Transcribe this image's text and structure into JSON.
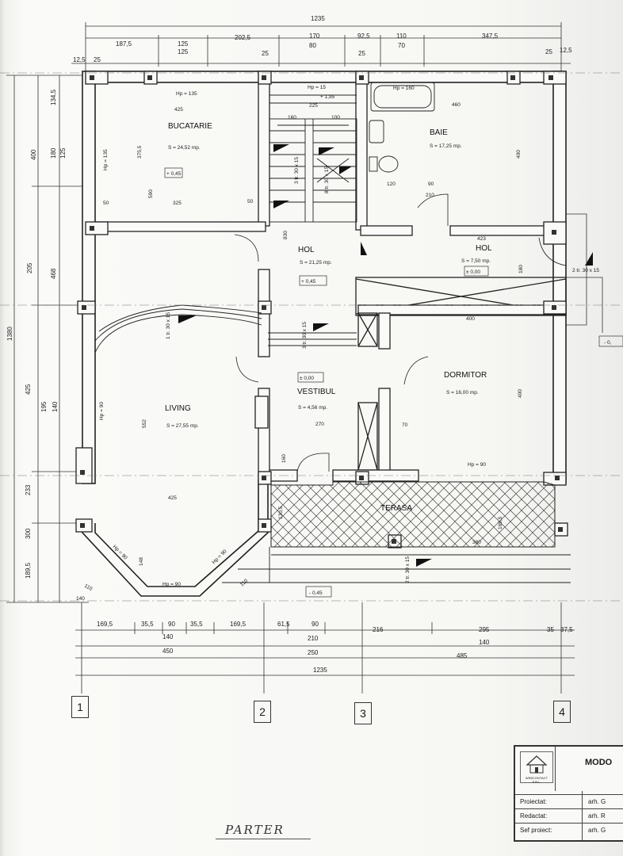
{
  "rooms": {
    "bucatarie": {
      "name": "BUCATARIE",
      "area": "S = 24,52 mp.",
      "level": "+ 0,45"
    },
    "baie": {
      "name": "BAIE",
      "area": "S = 17,25 mp."
    },
    "hol_main": {
      "name": "HOL",
      "area": "S = 21,25 mp.",
      "level": "+ 0,45"
    },
    "hol_small": {
      "name": "HOL",
      "area": "S = 7,50 mp.",
      "level": "± 0,00"
    },
    "dormitor": {
      "name": "DORMITOR",
      "area": "S = 16,00 mp."
    },
    "living": {
      "name": "LIVING",
      "area": "S = 27,55 mp."
    },
    "vestibul": {
      "name": "VESTIBUL",
      "area": "S = 4,56 mp.",
      "level": "± 0,00"
    },
    "terasa": {
      "name": "TERASA"
    }
  },
  "dimensions": {
    "top_total": "1235",
    "top_row1": [
      "187,5",
      "125",
      "202,5",
      "170",
      "92,5",
      "110",
      "347,5"
    ],
    "top_row2": [
      "12,5",
      "25",
      "125",
      "25",
      "80",
      "25",
      "70",
      "25",
      "12,5"
    ],
    "bottom_row1": [
      "169,5",
      "35,5",
      "90",
      "35,5",
      "169,5",
      "61,5",
      "90",
      "216",
      "295",
      "35",
      "37,5"
    ],
    "bottom_row2": [
      "140",
      "210",
      "140"
    ],
    "bottom_row3": [
      "450",
      "250",
      "485"
    ],
    "bottom_total": "1235",
    "left_outer": [
      "1380"
    ],
    "left_mid": [
      "400",
      "205",
      "468",
      "425",
      "233",
      "300",
      "189,5"
    ],
    "left_inner": [
      "134,5",
      "180",
      "125",
      "195",
      "140"
    ],
    "interior": [
      "Hp = 135",
      "425",
      "375,5",
      "Hp = 135",
      "590",
      "325",
      "50",
      "50",
      "Hp = 15",
      "+ 1,95",
      "225",
      "100",
      "160",
      "3 tr. 30 x 15",
      "8 tr. 30 x 15",
      "830",
      "Hp = 160",
      "460",
      "400",
      "120",
      "90",
      "210",
      "423",
      "180",
      "Hp = 90",
      "552",
      "425",
      "148",
      "Hp = 90",
      "Hp = 90",
      "Hp = 90",
      "110",
      "110",
      "140",
      "270",
      "70",
      "Hp = 90",
      "400",
      "160",
      "400",
      "130,5",
      "169,5",
      "380",
      "2 tr. 30 x 15",
      "3 tr. 30 x 15",
      "1 tr. 30 x 15",
      "2 tr. 30 x 15",
      "- 0,45",
      "- 0,"
    ]
  },
  "axes": [
    "1",
    "2",
    "3",
    "4"
  ],
  "titleblock": {
    "title": "MODO",
    "company": "WEBCONTACT S.R.L.",
    "rows": [
      {
        "label": "Proiectat:",
        "value": "arh. G"
      },
      {
        "label": "Redactat:",
        "value": "arh. R"
      },
      {
        "label": "Sef proiect:",
        "value": "arh. G"
      }
    ]
  },
  "handwritten": "PARTER",
  "colors": {
    "ink": "#1c1c1c",
    "paper": "#fafaf8",
    "wall": "#2a2a2a"
  }
}
